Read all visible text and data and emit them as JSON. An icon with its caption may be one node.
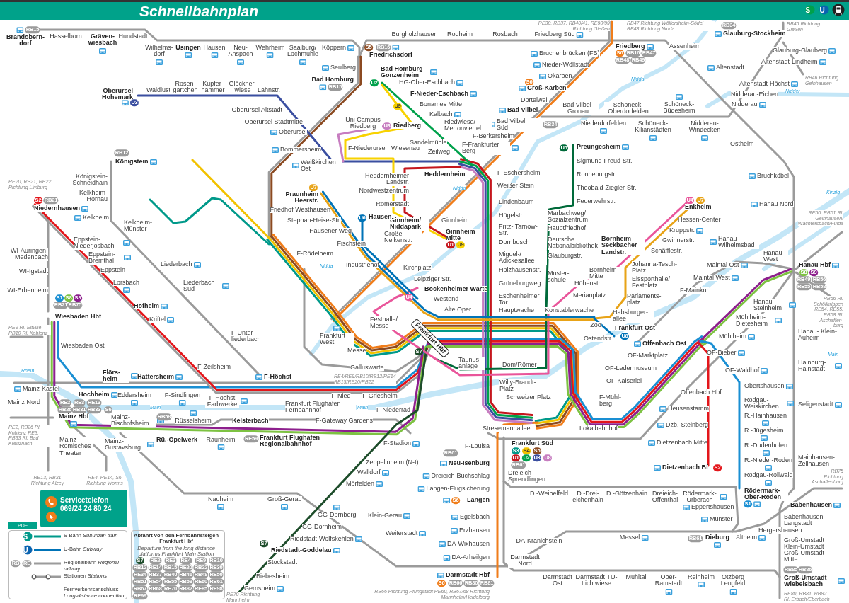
{
  "diagram": {
    "title": "Schnellbahnplan",
    "labels": [
      "RB15",
      "Brandobern- dorf",
      "Hasselborn",
      "Gräven- wiesbach",
      "Hundstadt",
      "Wilhelms- dorf",
      "Usingen",
      "Hausen",
      "Neu- Anspach",
      "Wehrheim",
      "Saalburg/ Lochmühle",
      "Köppern",
      "Burgholzhausen",
      "Rodheim",
      "Rosbach",
      "Friedberg Süd",
      "RE30, RB37, RB40/41, RE98/99 Richtung Gießen",
      "RB47 Richtung Wölfersheim-Södel RB48 Richtung Nidda",
      "Friedberg",
      "S6",
      "RB16",
      "RB47",
      "RB48",
      "RB49",
      "RB34",
      "Glauburg-Stockheim",
      "RB46 Richtung Gießen",
      "Assenheim",
      "Glauburg-Glauberg",
      "Altenstadt-Lindheim",
      "Altenstadt",
      "Altenstadt-Höchst",
      "RB46 Richtung Gelnhausen",
      "Nidderau-Eichen",
      "Nidderau",
      "Nidder",
      "Bruchenbrücken (FB)",
      "Nieder-Wöllstadt",
      "Okarben",
      "S6",
      "Groß-Karben",
      "Dortelweil",
      "Bad Vilbel",
      "Bad Vilbel Süd",
      "Bad Vilbel- Gronau",
      "Schöneck- Oberdorfelden",
      "Schöneck- Büdesheim",
      "RB34",
      "Niederdorfelden",
      "Schöneck- Kilianstädten",
      "Nidderau- Windecken",
      "Ostheim",
      "Bruchköbel",
      "Hanau Nord",
      "RE50, RB51 Rl. Gelnhausen/ Wächtersbach/Fulda",
      "Kinzig",
      "Nidda",
      "Nidda",
      "Nidda",
      "Oberursel Hohemark",
      "U3",
      "Waldlust",
      "Rosen- gärtchen",
      "Kupfer- hammer",
      "Glöckner- wiese",
      "Lahnstr.",
      "Oberursel Altstadt",
      "Oberursel Stadtmitte",
      "Oberursel",
      "Bommersheim",
      "Weißkirchen Ost",
      "Seulberg",
      "Bad Homburg",
      "RB15",
      "S5",
      "RB16",
      "Friedrichsdorf",
      "Bad Homburg Gonzenheim",
      "U2",
      "HG-Ober-Eschbach",
      "F-Nieder-Eschbach",
      "U9",
      "Bonames Mitte",
      "Kalbach",
      "Uni Campus Riedberg",
      "Riedwiese/ Mertonviertel",
      "U8",
      "Riedberg",
      "Sandelmühle",
      "F-Berkersheim",
      "F-Frankfurter Berg",
      "F-Niederursel",
      "Wiesenau",
      "Zeilweg",
      "Heddernheim",
      "Heddernheimer Landstr.",
      "Nordwestzentrum",
      "Römerstadt",
      "F-Eschersheim",
      "Weißer Stein",
      "Lindenbaum",
      "Hügelstr.",
      "Fritz- Tarnow-Str.",
      "Dornbusch",
      "Miguel-/ Adickesallee",
      "Holzhausenstr.",
      "Grüneburgweg",
      "Eschenheimer Tor",
      "Hauptwache",
      "Ginnheim",
      "Ginnheim/ Niddapark",
      "Ginnheim Mitte",
      "U1",
      "U9",
      "U7",
      "Praunheim Heerstr.",
      "Friedhof Westhausen",
      "Stephan-Heise-Str.",
      "Hausener Weg",
      "Fischstein",
      "F-Rödelheim",
      "Industriehof",
      "U6",
      "Hausen",
      "Große Nelkenstr.",
      "Kirchplatz",
      "Leipziger Str.",
      "Bockenheimer Warte",
      "U4",
      "Westend",
      "Alte Oper",
      "Festhalle/ Messe",
      "Frankfurt West",
      "Messe",
      "Galluswarte",
      "RE4/RE9/RB10/RB12/RE14 RB15/RE20/RB22",
      "Frankfurt Hbf",
      "S7",
      "Taunus- anlage",
      "Dom/Römer",
      "Willy-Brandt- Platz",
      "Schweizer Platz",
      "Konstablerwache",
      "Zoo",
      "Habsburger- allee",
      "Frankfurt Ost",
      "U6",
      "Ostendstr.",
      "Merianplatz",
      "Marbachweg/ Sozialzentrum",
      "Hauptfriedhof",
      "Deutsche Nationalbibliothek",
      "Glauburgstr.",
      "Muster- schule",
      "Preungesheim",
      "Sigmund-Freud-Str.",
      "Ronneburgstr.",
      "Theobald-Ziegler-Str.",
      "Feuerwehrstr.",
      "U5",
      "U4",
      "U7",
      "Enkheim",
      "Hessen-Center",
      "Kruppstr.",
      "Gwinnerstr.",
      "Schäfflestr.",
      "Bornheim Seckbacher Landstr.",
      "Bornheim Mitte",
      "Höhenstr.",
      "Johanna-Tesch- Platz",
      "Eissporthalle/ Festplatz",
      "Parlaments- platz",
      "Hanau- Wilhelmsbad",
      "Maintal Ost",
      "Maintal West",
      "F-Mainkur",
      "Hanau West",
      "Hanau Hbf",
      "S8",
      "S9",
      "RB49",
      "RB56",
      "RE55",
      "RB58",
      "RB56 Rl. Schöllkrippen RE54, RE55, RB58 Rl. Aschaffen- burg",
      "Hanau- Steinheim",
      "Mühlheim- Dietesheim",
      "Mühlheim",
      "Hanau- Klein-Auheim",
      "Hainburg- Hainstadt",
      "Seligenstadt",
      "Mainhausen- Zellhausen",
      "RB75 Richtung Aschaffenburg",
      "Main",
      "RE20, RB21, RB22 Richtung Limburg",
      "S2",
      "RB21",
      "Niedernhausen",
      "Königstein",
      "RB12",
      "Königstein- Schneidhain",
      "Kelkheim- Hornau",
      "Kelkheim",
      "Kelkheim- Münster",
      "Eppstein- Niederjosbach",
      "Eppstein- Bremthal",
      "Eppstein",
      "Lorsbach",
      "WI-Auringen- Medenbach",
      "WI-Igstadt",
      "WI-Erbenheim",
      "S1",
      "S8",
      "S9",
      "RB21",
      "RB75",
      "Wiesbaden Hbf",
      "Hofheim",
      "Kriftel",
      "Liederbach",
      "Liederbach Süd",
      "F-Unter- liederbach",
      "F-Zeilsheim",
      "RE9 Rl. Eltville RB10 Rl. Koblenz",
      "Wiesbaden Ost",
      "Flörs- heim",
      "Hattersheim",
      "F-Höchst",
      "Rhein",
      "Mainz-Kastel",
      "Hochheim",
      "Eddersheim",
      "F-Sindlingen",
      "F-Höchst Farbwerke",
      "F-Nied",
      "F-Griesheim",
      "Mainz Nord",
      "RE2",
      "RE3",
      "RE13",
      "RB26",
      "RB31",
      "RB33",
      "S6",
      "Main",
      "Main",
      "Frankfurt Flughafen Fernbahnhof",
      "F-Niederrad",
      "Mainz Hbf",
      "Mainz- Bischofsheim",
      "RB58",
      "Rüsselsheim",
      "Kelsterbach",
      "F-Gateway Gardens",
      "RE2, RB26 Rl. Koblenz RE3, RB33 Rl. Bad Kreuznach",
      "Mainz Römisches Theater",
      "Mainz- Gustavsburg",
      "Rü.-Opelwerk",
      "Raunheim",
      "RE59",
      "Frankfurt Flughafen Regionalbahnhof",
      "F-Stadion",
      "Zeppelinheim (N-I)",
      "Walldorf",
      "Mörfelden",
      "RE13, RB31 Richtung Alzey",
      "RE4, RE14, S6 Richtung Worms",
      "Nauheim",
      "Groß-Gerau",
      "GG-Dornberg",
      "Klein-Gerau",
      "GG-Dornheim",
      "Weiterstadt",
      "Riedstadt-Wolfskehlen",
      "S7",
      "Riedstadt-Goddelau",
      "Stockstadt",
      "Biebesheim",
      "Gernsheim",
      "RE70 Richtung Mannheim",
      "Stresemannallee",
      "F-Louisa",
      "RB61",
      "Neu-Isenburg",
      "Dreieich-Buchschlag",
      "Langen-Flugsicherung",
      "S6",
      "Langen",
      "Egelsbach",
      "Erzhausen",
      "DA-Wixhausen",
      "DA-Arheilgen",
      "Darmstadt Hbf",
      "S6",
      "RB66",
      "RB80",
      "RB81",
      "RB66 Richtung Pfungstadt RE60, RB67/68 Richtung Mannheim/Heidelberg",
      "Frankfurt Süd",
      "S3",
      "S4",
      "S5",
      "U1",
      "U2",
      "U3",
      "U8",
      "RB61",
      "Dreieich- Sprendlingen",
      "D.-Weibelfeld",
      "D.-Drei- eichenhain",
      "D.-Götzenhain",
      "Dreieich- Offenthal",
      "Rödermark- Urberach",
      "Eppertshausen",
      "Münster",
      "DA-Kranichstein",
      "Messel",
      "RB61",
      "Dieburg",
      "Altheim",
      "Hergershausen",
      "Darmstadt Nord",
      "Darmstadt Ost",
      "Darmstadt TU-Lichtwiese",
      "Mühltal",
      "Ober- Ramstadt",
      "Reinheim",
      "Otzberg Lengfeld",
      "Offenbach Ost",
      "OF-Marktplatz",
      "OF-Ledermuseum",
      "OF-Kaiserlei",
      "F-Mühl- berg",
      "Lokalbahnhof",
      "OF-Bieber",
      "OF-Waldhof",
      "Obertshausen",
      "Offenbach Hbf",
      "Heusenstamm",
      "Dzb.-Steinberg",
      "Dietzenbach Mitte",
      "Dietzenbach Bf",
      "S2",
      "Rodgau- Weiskirchen",
      "R.-Hainhausen",
      "R.-Jügesheim",
      "R.-Dudenhofen",
      "R.-Nieder-Roden",
      "Rodgau-Rollwald",
      "Rödermark- Ober-Roden",
      "S1",
      "Babenhausen",
      "Babenhausen- Langstadt",
      "Groß-Umstadt Klein-Umstadt",
      "Groß-Umstadt Mitte",
      "RB85",
      "RB86",
      "Groß-Umstadt Wiebelsbach",
      "RE80, RB81, RB82 Rl. Erbach/Eberbach",
      "PDF",
      "Servicetelefon 069/24 24 80 24",
      "S",
      "U",
      "RB",
      "RE",
      "Abfahrt von den Fernbahnsteigen Frankfurt Hbf",
      "Departure from the long-distance platforms Frankfurt Main Station",
      "S7",
      "RE2",
      "RE3",
      "RE4",
      "RE9",
      "RB10",
      "RB12",
      "RE14",
      "RB15",
      "RE20",
      "RB22",
      "RE30",
      "RE34",
      "RB37",
      "RB40",
      "RB41",
      "RB48",
      "RE50",
      "RB51",
      "RE54",
      "RE55",
      "RB58",
      "RE60",
      "RB61",
      "RB67",
      "RB68",
      "RE70",
      "RB82",
      "RE85",
      "RE98",
      "RE99",
      "S",
      "U"
    ],
    "legend": [
      {
        "text": "S-Bahn *Suburban train*"
      },
      {
        "text": "U-Bahn *Subway*"
      },
      {
        "text": "Regionalbahn *Regional railway*"
      },
      {
        "text": "Stationen *Stations*"
      },
      {
        "text": "Fernverkehrsanschluss *Long-distance connection*"
      }
    ]
  }
}
